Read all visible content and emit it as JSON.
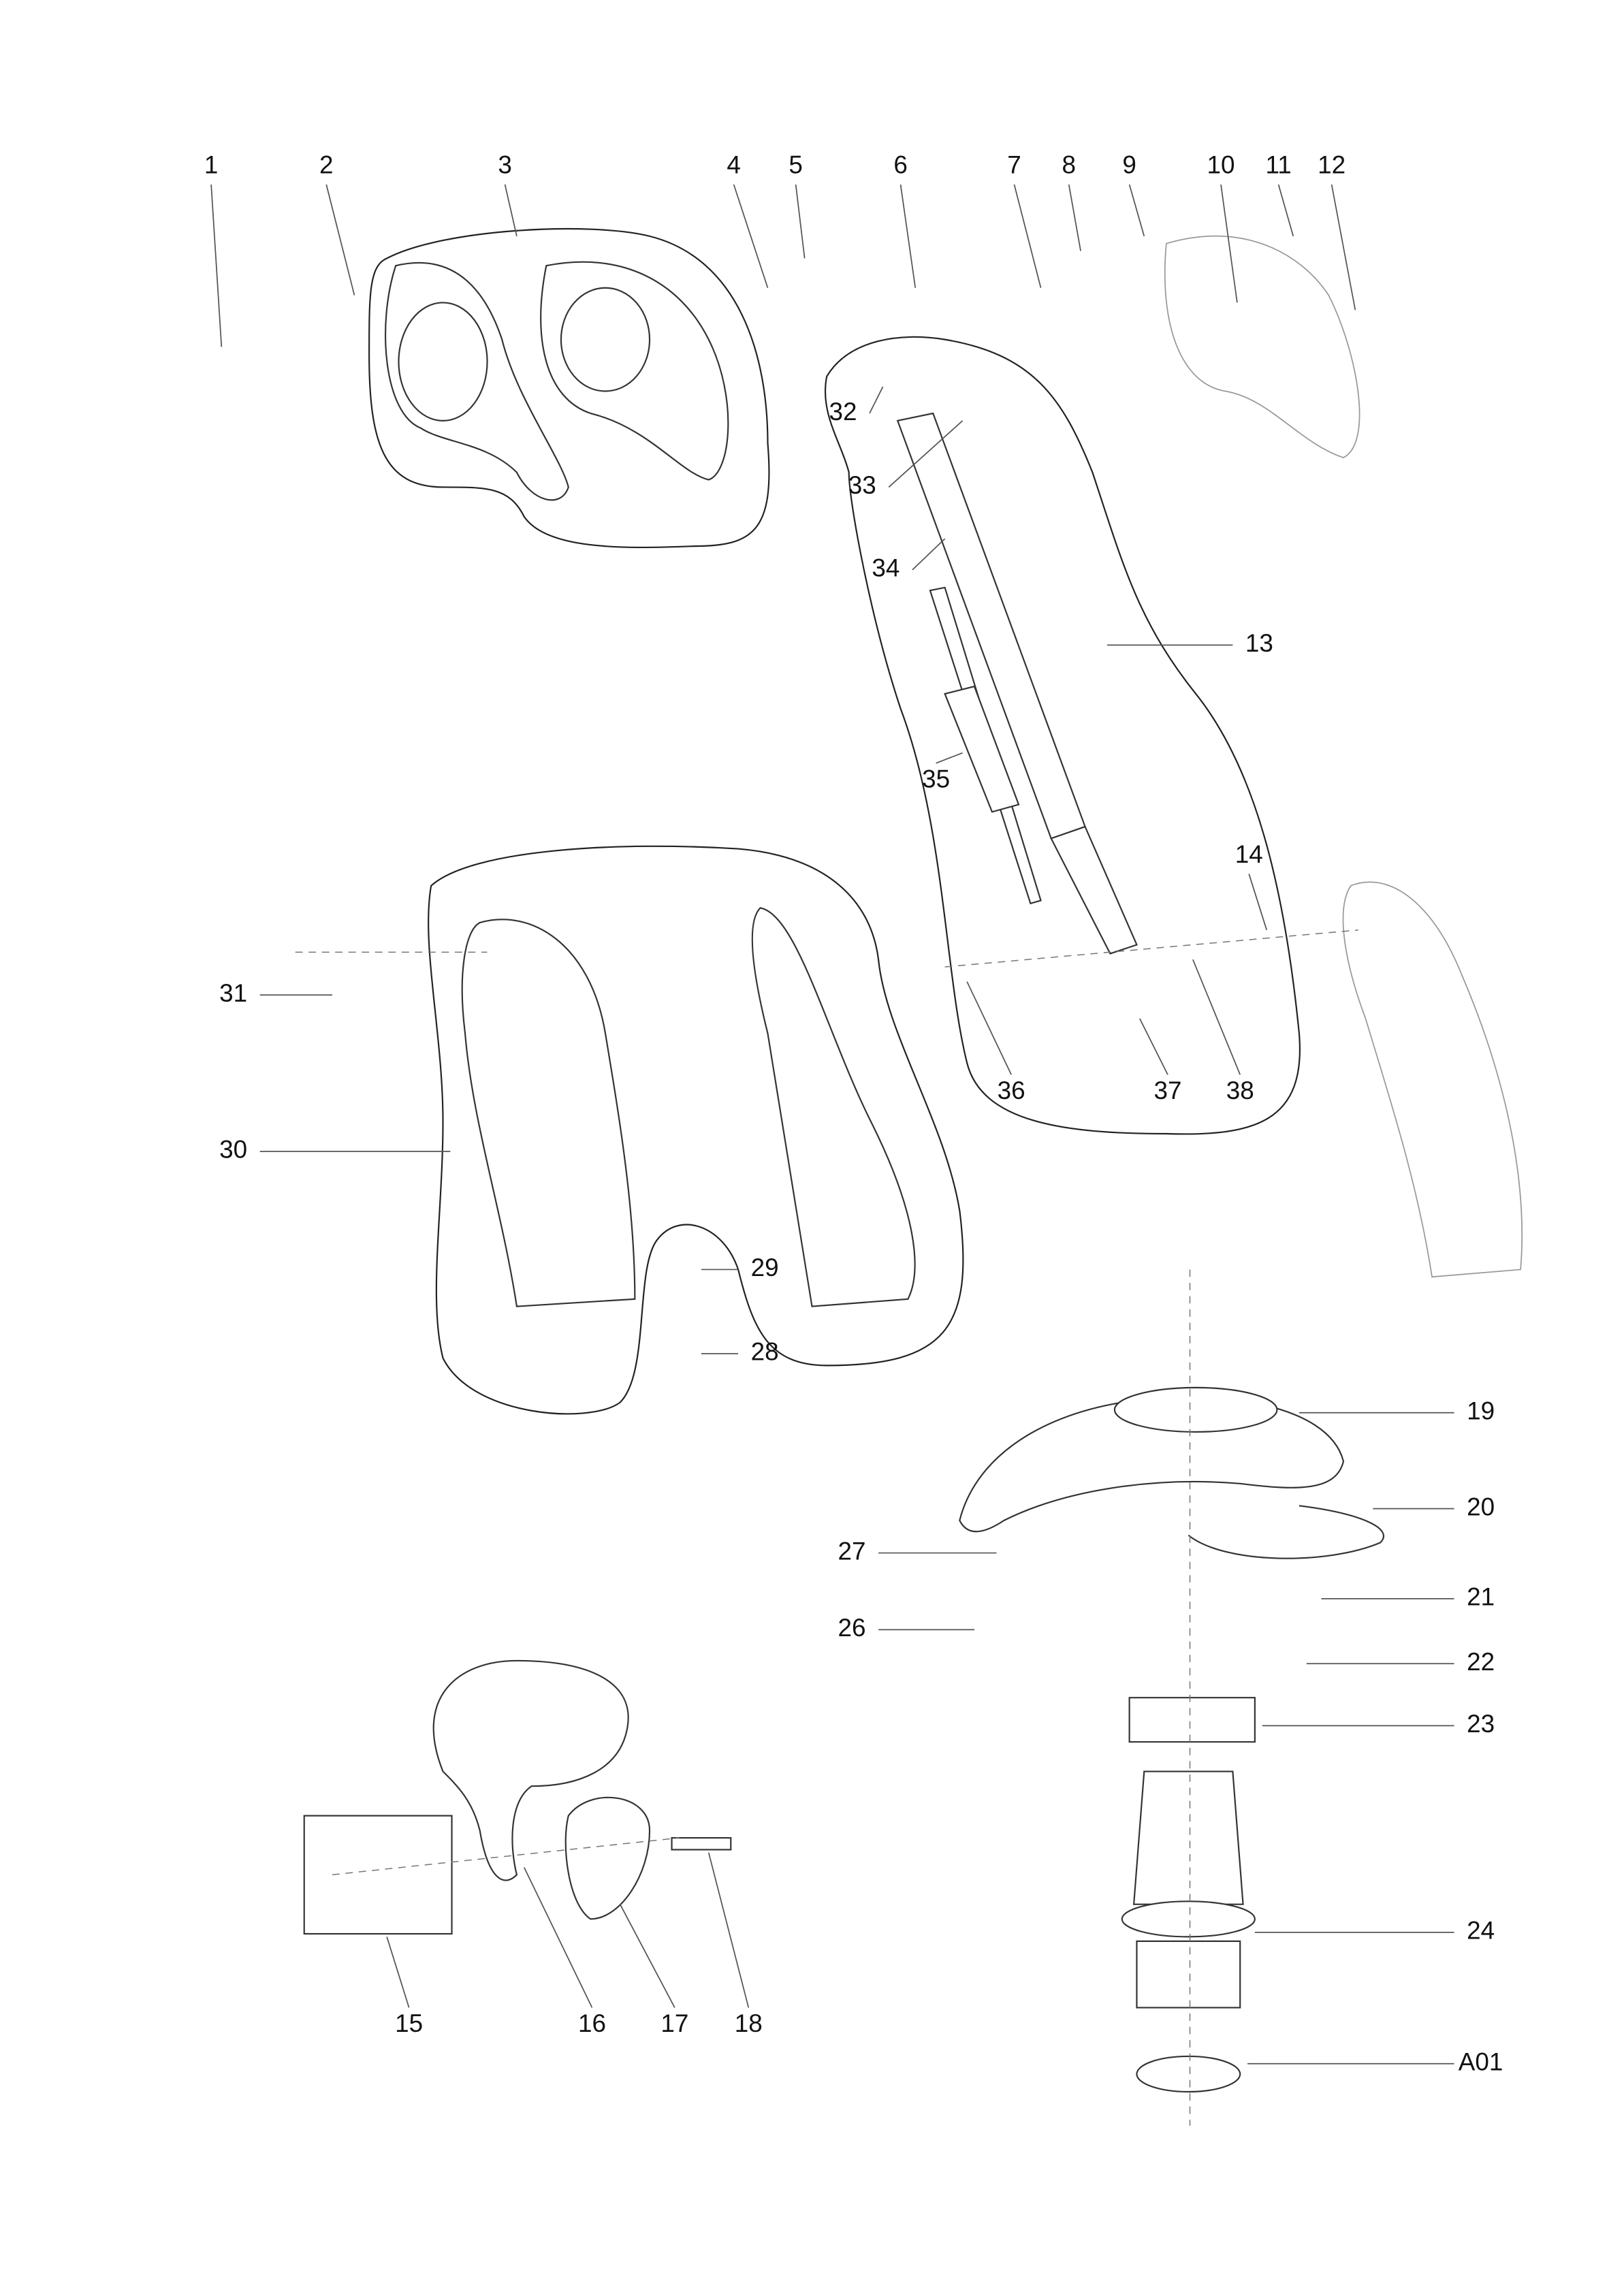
{
  "diagram": {
    "type": "exploded-parts-view",
    "part_labels": [
      "1",
      "2",
      "3",
      "4",
      "5",
      "6",
      "7",
      "8",
      "9",
      "10",
      "11",
      "12",
      "13",
      "14",
      "15",
      "16",
      "17",
      "18",
      "19",
      "20",
      "21",
      "22",
      "23",
      "24",
      "A01",
      "26",
      "27",
      "28",
      "29",
      "30",
      "31",
      "32",
      "33",
      "34",
      "35",
      "36",
      "37",
      "38"
    ]
  }
}
